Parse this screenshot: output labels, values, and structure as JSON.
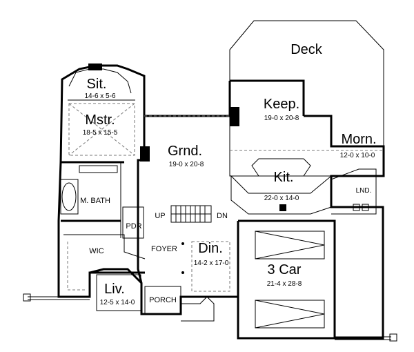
{
  "rooms": {
    "deck": {
      "name": "Deck"
    },
    "sit": {
      "name": "Sit.",
      "dims": "14-6 x 5-6"
    },
    "mstr": {
      "name": "Mstr.",
      "dims": "18-5 x 15-5"
    },
    "keep": {
      "name": "Keep.",
      "dims": "19-0 x 20-8"
    },
    "morn": {
      "name": "Morn.",
      "dims": "12-0 x 10-0"
    },
    "grnd": {
      "name": "Grnd.",
      "dims": "19-0 x 20-8"
    },
    "kit": {
      "name": "Kit.",
      "dims": "22-0 x 14-0"
    },
    "lnd": {
      "name": "LND."
    },
    "mbath": {
      "name": "M. BATH"
    },
    "pdr": {
      "name": "PDR"
    },
    "wic": {
      "name": "WIC"
    },
    "foyer": {
      "name": "FOYER"
    },
    "din": {
      "name": "Din.",
      "dims": "14-2 x 17-0"
    },
    "garage": {
      "name": "3 Car",
      "dims": "21-4 x 28-8"
    },
    "liv": {
      "name": "Liv.",
      "dims": "12-5 x 14-0"
    },
    "porch": {
      "name": "PORCH"
    }
  },
  "stairs": {
    "up_label": "UP",
    "down_label": "DN"
  }
}
